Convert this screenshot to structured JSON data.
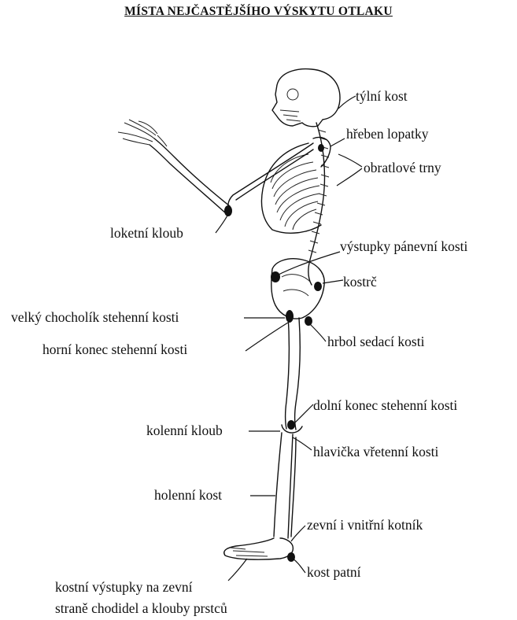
{
  "title": "MÍSTA NEJČASTĚJŠÍHO VÝSKYTU OTLAKU",
  "labels": {
    "tylni_kost": "týlní kost",
    "hreben_lopatky": "hřeben lopatky",
    "obratlove_trny": "obratlové trny",
    "loketni_kloub": "loketní kloub",
    "vystupky_panevni": "výstupky pánevní kosti",
    "kostrc": "kostrč",
    "velky_chocholik": "velký chocholík stehenní kosti",
    "horni_konec": "horní konec stehenní kosti",
    "hrbol_sedaci": "hrbol sedací kosti",
    "dolni_konec": "dolní konec stehenní kosti",
    "kolenni_kloub": "kolenní kloub",
    "hlavicka_vretenni": "hlavička vřetenní kosti",
    "holenni_kost": "holenní kost",
    "kotnik": "zevní  i vnitřní kotník",
    "kost_patni": "kost patní",
    "vystupky_chodidel_1": "kostní výstupky na zevní",
    "vystupky_chodidel_2": "straně chodidel a klouby prstců"
  }
}
